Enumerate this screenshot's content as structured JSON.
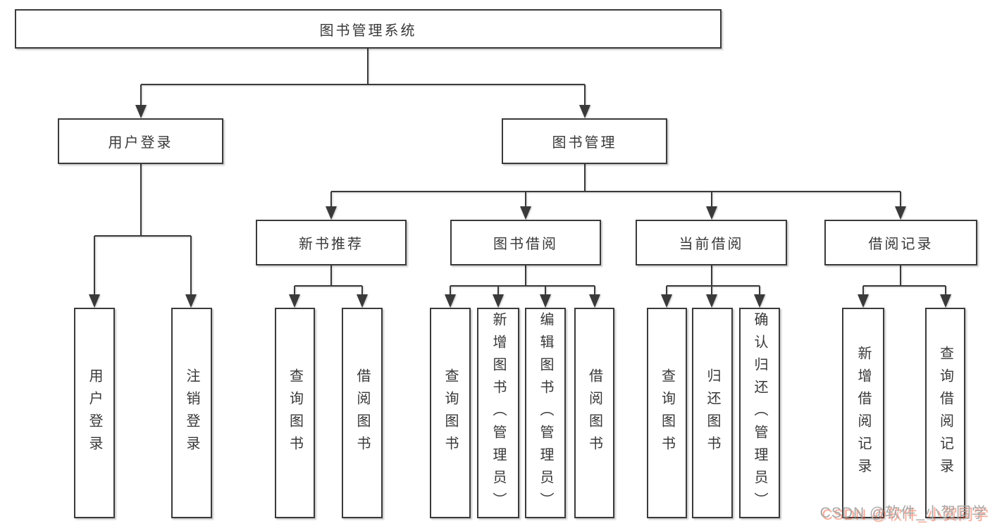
{
  "diagram": {
    "nodes": {
      "root": "图书管理系统",
      "l1_user_login": "用户登录",
      "l1_book_mgmt": "图书管理",
      "l2_new_book": "新书推荐",
      "l2_book_borrow": "图书借阅",
      "l2_current_borrow": "当前借阅",
      "l2_borrow_record": "借阅记录",
      "leaf_user_login": "用户登录",
      "leaf_logout": "注销登录",
      "leaf_query_book_a": "查询图书",
      "leaf_borrow_book_a": "借阅图书",
      "leaf_query_book_b": "查询图书",
      "leaf_add_book": "新增图书（管理员）",
      "leaf_edit_book": "编辑图书（管理员）",
      "leaf_borrow_book_b": "借阅图书",
      "leaf_query_book_c": "查询图书",
      "leaf_return_book": "归还图书",
      "leaf_confirm_return": "确认归还（管理员）",
      "leaf_add_borrow_record": "新增借阅记录",
      "leaf_query_borrow_record": "查询借阅记录"
    },
    "tree": {
      "图书管理系统": {
        "用户登录": [
          "用户登录",
          "注销登录"
        ],
        "图书管理": {
          "新书推荐": [
            "查询图书",
            "借阅图书"
          ],
          "图书借阅": [
            "查询图书",
            "新增图书（管理员）",
            "编辑图书（管理员）",
            "借阅图书"
          ],
          "当前借阅": [
            "查询图书",
            "归还图书",
            "确认归还（管理员）"
          ],
          "借阅记录": [
            "新增借阅记录",
            "查询借阅记录"
          ]
        }
      }
    },
    "colors": {
      "line": "#3a3a3a",
      "box_border": "#3a3a3a",
      "box_fill": "#ffffff",
      "text": "#383838",
      "watermark_text": "#a8a8a8",
      "watermark_shadow": "#e94d26"
    }
  },
  "watermark": {
    "text": "CSDN @软件_小贺同学"
  }
}
